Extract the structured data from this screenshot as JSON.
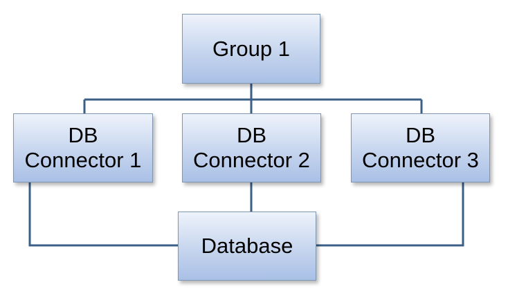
{
  "nodes": {
    "group": {
      "label": "Group 1"
    },
    "connector_1": {
      "line1": "DB",
      "line2": "Connector 1"
    },
    "connector_2": {
      "line1": "DB",
      "line2": "Connector 2"
    },
    "connector_3": {
      "line1": "DB",
      "line2": "Connector 3"
    },
    "database": {
      "label": "Database"
    }
  },
  "colors": {
    "line": "#3b5f86",
    "box_fill_top": "#eef3fb",
    "box_fill_bottom": "#a9c0e6",
    "box_border": "#7f96b3"
  }
}
